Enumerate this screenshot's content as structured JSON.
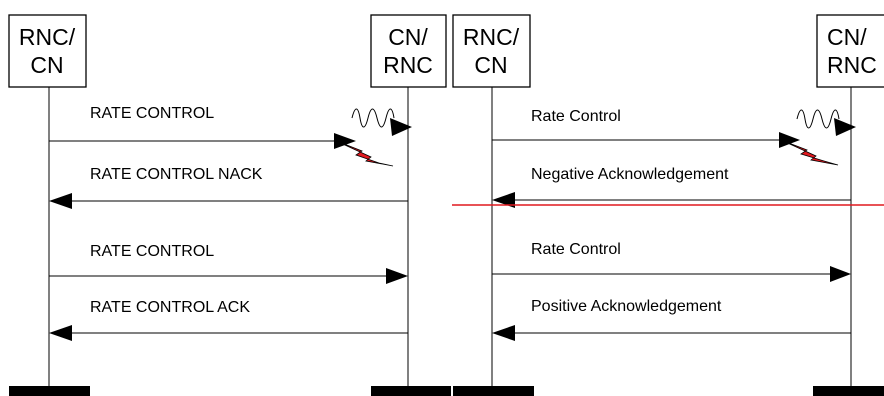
{
  "left_diagram": {
    "entity_a": {
      "line1": "RNC/",
      "line2": "CN"
    },
    "entity_b": {
      "line1": "CN/",
      "line2": "RNC"
    },
    "messages": [
      {
        "label": "RATE CONTROL",
        "direction": "right",
        "lost": true
      },
      {
        "label": "RATE CONTROL NACK",
        "direction": "left",
        "lost": false
      },
      {
        "label": "RATE CONTROL",
        "direction": "right",
        "lost": false
      },
      {
        "label": "RATE CONTROL ACK",
        "direction": "left",
        "lost": false
      }
    ]
  },
  "right_diagram": {
    "entity_a": {
      "line1": "RNC/",
      "line2": "CN"
    },
    "entity_b": {
      "line1": "CN/",
      "line2": "RNC"
    },
    "messages": [
      {
        "label": "Rate Control",
        "direction": "right",
        "lost": true
      },
      {
        "label": "Negative Acknowledgement",
        "direction": "left",
        "lost": false
      },
      {
        "label": "Rate Control",
        "direction": "right",
        "lost": false
      },
      {
        "label": "Positive Acknowledgement",
        "direction": "left",
        "lost": false
      }
    ]
  },
  "colors": {
    "separator_line": "#e0191f",
    "error_bolt": "#e0191f",
    "ink": "#000000"
  }
}
